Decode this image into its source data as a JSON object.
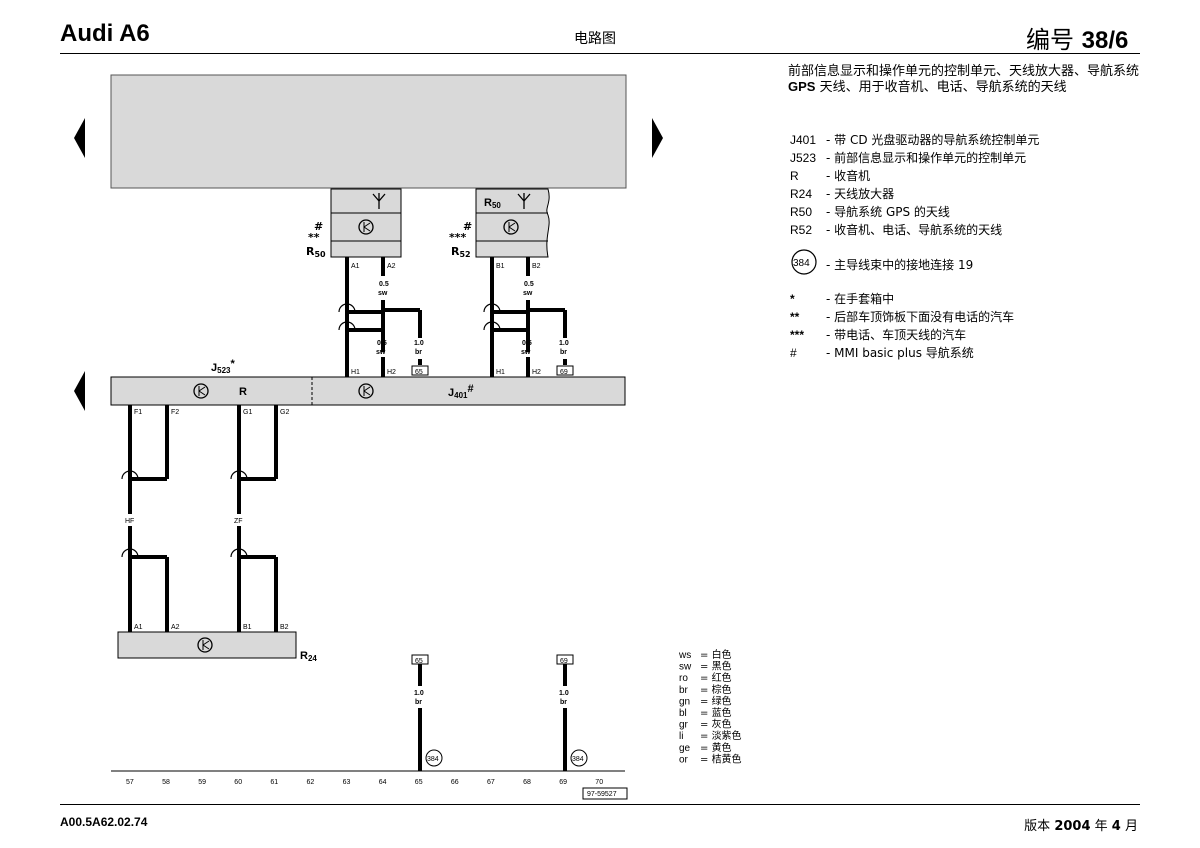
{
  "header": {
    "brand": "Audi A6",
    "center": "电路图",
    "sheet_prefix": "编号",
    "sheet_number": "38/6"
  },
  "legend": {
    "title_a": "前部信息显示和操作单元的控制单元、天线放大器、导航系统",
    "title_gps": "GPS",
    "title_b": "天线、用于收音机、电话、导航系统的天线",
    "components": [
      {
        "code": "J401",
        "desc": "- 带 CD 光盘驱动器的导航系统控制单元"
      },
      {
        "code": "J523",
        "desc": "- 前部信息显示和操作单元的控制单元"
      },
      {
        "code": "R",
        "desc": "- 收音机"
      },
      {
        "code": "R24",
        "desc": "- 天线放大器"
      },
      {
        "code": "R50",
        "desc": "- 导航系统 GPS 的天线"
      },
      {
        "code": "R52",
        "desc": "- 收音机、电话、导航系统的天线"
      }
    ],
    "ground": {
      "code": "384",
      "desc": "- 主导线束中的接地连接 19"
    },
    "notes": [
      {
        "mark": "*",
        "desc": "- 在手套箱中"
      },
      {
        "mark": "**",
        "desc": "- 后部车顶饰板下面没有电话的汽车"
      },
      {
        "mark": "***",
        "desc": "- 带电话、车顶天线的汽车"
      },
      {
        "mark": "#",
        "desc": "- MMI basic plus 导航系统"
      }
    ]
  },
  "colors_key": [
    {
      "code": "ws",
      "name": "白色"
    },
    {
      "code": "sw",
      "name": "黑色"
    },
    {
      "code": "ro",
      "name": "红色"
    },
    {
      "code": "br",
      "name": "棕色"
    },
    {
      "code": "gn",
      "name": "绿色"
    },
    {
      "code": "bl",
      "name": "蓝色"
    },
    {
      "code": "gr",
      "name": "灰色"
    },
    {
      "code": "li",
      "name": "淡紫色"
    },
    {
      "code": "ge",
      "name": "黄色"
    },
    {
      "code": "or",
      "name": "桔黄色"
    }
  ],
  "diagram": {
    "r50": {
      "name": "R",
      "sub": "50",
      "marks": [
        "#",
        "**"
      ],
      "pins": [
        "A1",
        "A2",
        "H1",
        "H2"
      ]
    },
    "r52": {
      "name": "R",
      "sub": "52",
      "marks": [
        "#",
        "***"
      ],
      "inner_name": "R",
      "inner_sub": "50",
      "pins": [
        "B1",
        "B2",
        "H1",
        "H2"
      ]
    },
    "j523": {
      "name": "J",
      "sub": "523",
      "mark": "*",
      "inner": "R",
      "pins": [
        "F1",
        "F2",
        "G1",
        "G2"
      ]
    },
    "j401": {
      "name": "J",
      "sub": "401",
      "mark": "#"
    },
    "r24": {
      "name": "R",
      "sub": "24",
      "pins": [
        "A1",
        "A2",
        "B1",
        "B2"
      ]
    },
    "wire_a2": {
      "size": "0.5",
      "color": "sw"
    },
    "wire_h2": {
      "size": "0.5",
      "color": "sw"
    },
    "wire_br": {
      "size": "1.0",
      "color": "br"
    },
    "ground_refs": [
      "65",
      "69"
    ],
    "ground_label": "384",
    "cables": [
      "HF",
      "ZF"
    ],
    "ruler": [
      "57",
      "58",
      "59",
      "60",
      "61",
      "62",
      "63",
      "64",
      "65",
      "66",
      "67",
      "68",
      "69",
      "70"
    ],
    "drawing_id": "97-59527"
  },
  "footer": {
    "code": "A00.5A62.02.74",
    "ver_label": "版本",
    "year": "2004",
    "year_unit": "年",
    "month": "4",
    "month_unit": "月"
  }
}
